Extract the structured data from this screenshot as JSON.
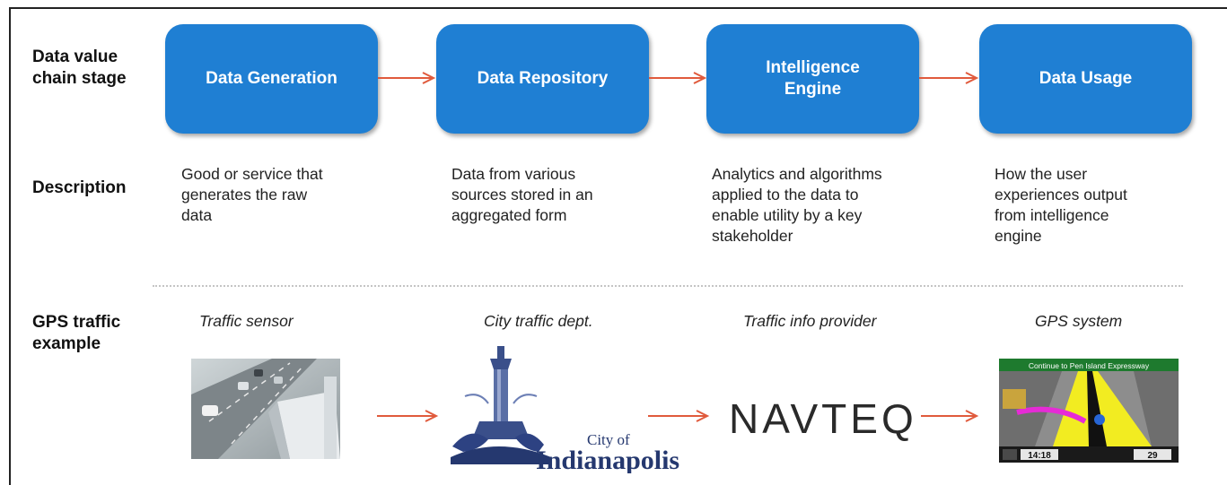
{
  "row_labels": {
    "stage": "Data value\nchain stage",
    "description": "Description",
    "example": "GPS traffic\nexample"
  },
  "stages": [
    {
      "title": "Data Generation",
      "description": "Good or service that\ngenerates the raw\ndata",
      "example": "Traffic sensor"
    },
    {
      "title": "Data Repository",
      "description": "Data from various\nsources stored in an\naggregated form",
      "example": "City traffic dept."
    },
    {
      "title": "Intelligence\nEngine",
      "description": "Analytics and algorithms\napplied to the data to\nenable utility by a key\nstakeholder",
      "example": "Traffic info provider"
    },
    {
      "title": "Data Usage",
      "description": "How the user\nexperiences output\nfrom intelligence\nengine",
      "example": "GPS system"
    }
  ],
  "logos": {
    "city_small": "City of",
    "city_large": "Indianapolis",
    "navteq": "NAVTEQ"
  },
  "gps_screen": {
    "banner": "Continue to Pen Island Expressway",
    "time": "14:18",
    "distance": "29"
  },
  "colors": {
    "stage_box": "#1f7fd3",
    "arrow": "#e05a3c"
  }
}
